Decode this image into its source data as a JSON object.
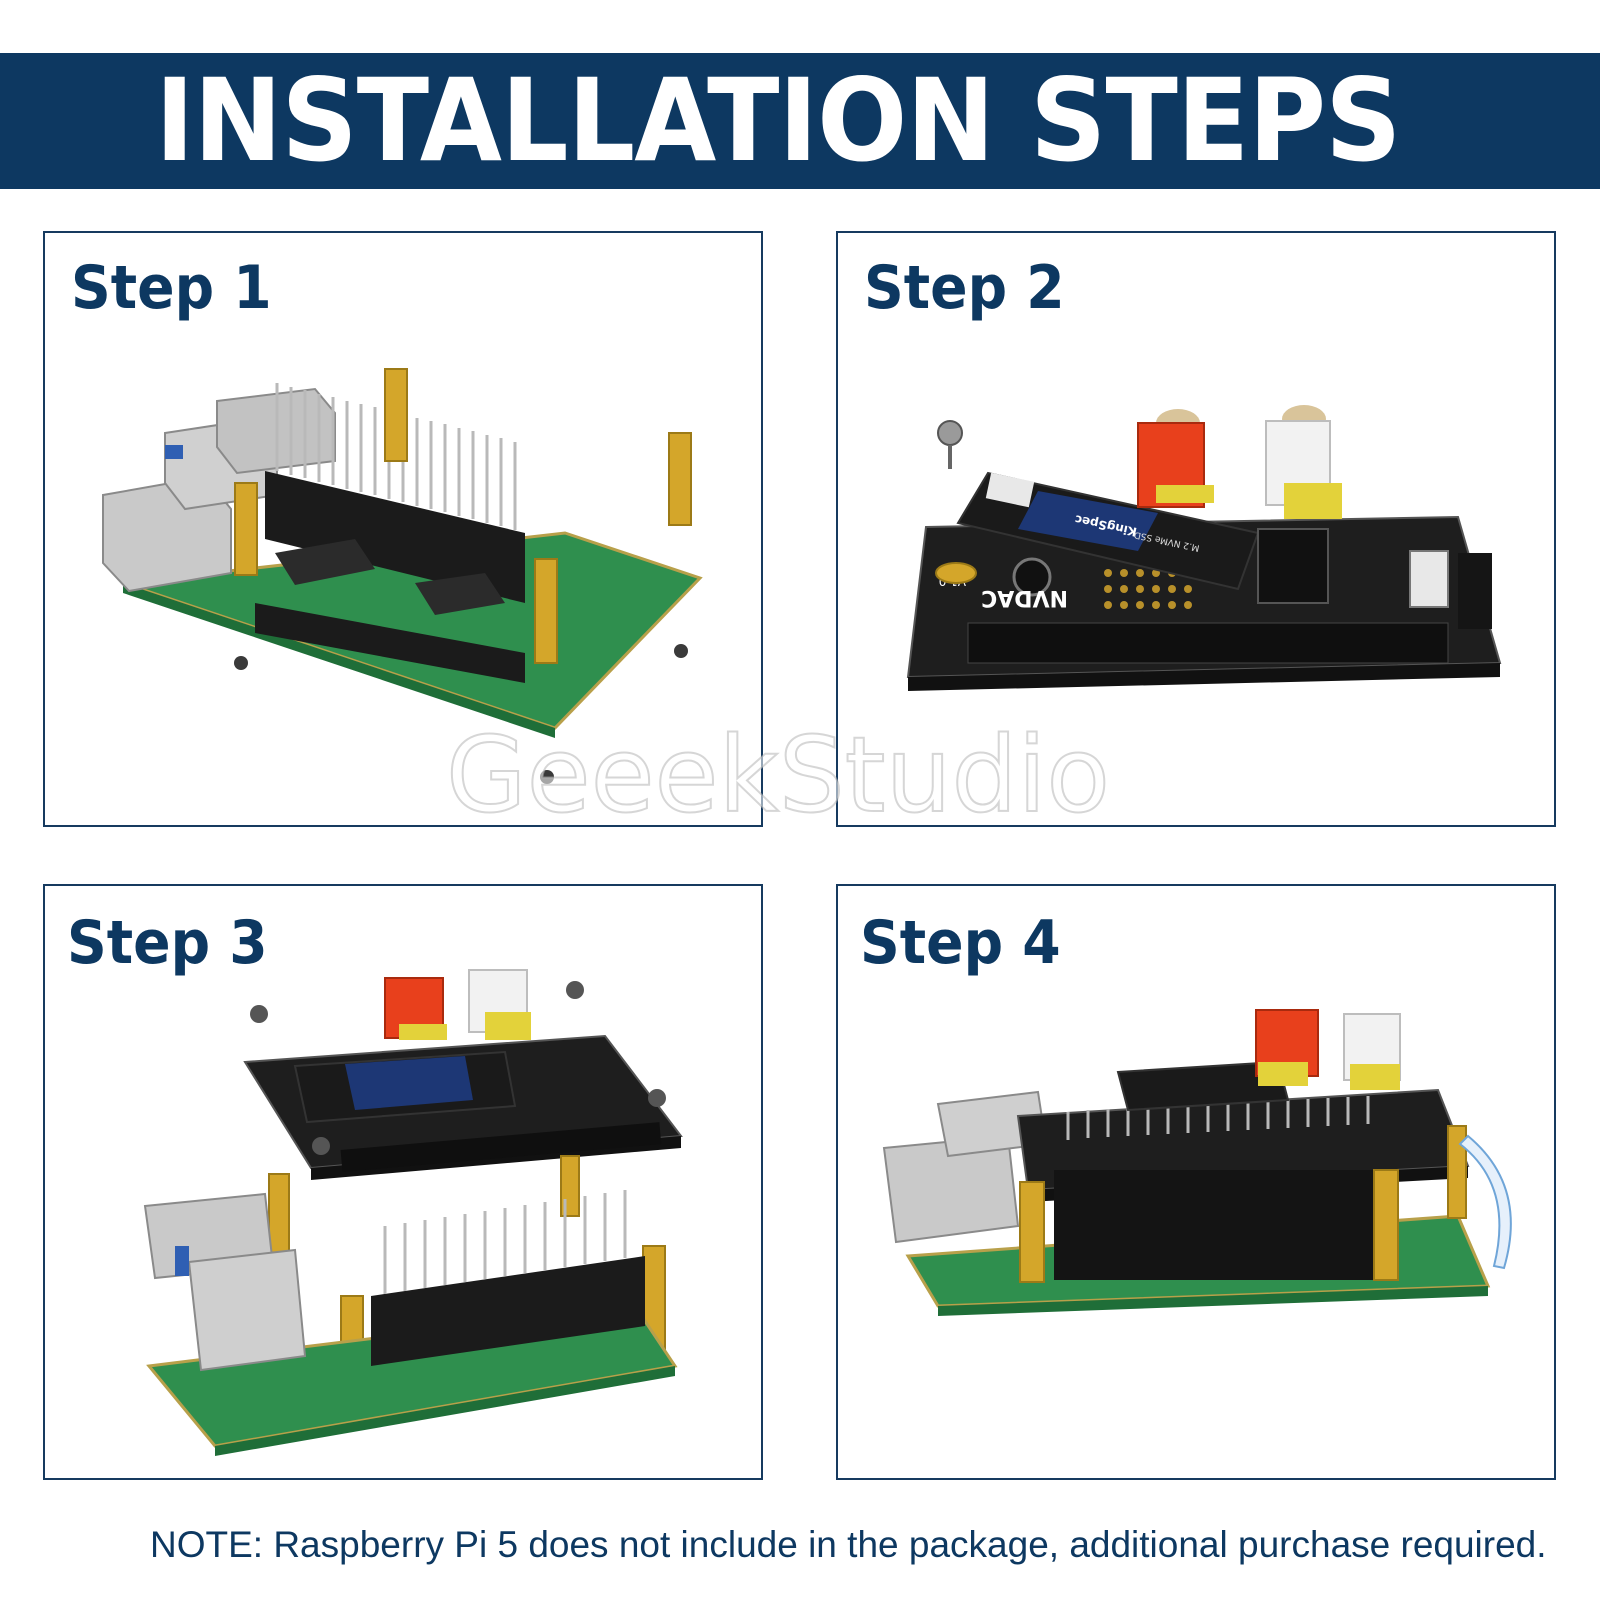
{
  "header": {
    "title": "INSTALLATION STEPS"
  },
  "steps": [
    {
      "label": "Step 1"
    },
    {
      "label": "Step 2",
      "board_print": "NVDAC",
      "version_print": "V1.0",
      "ssd_brand": "KingSpec",
      "ssd_text": "M.2 NVMe SSD"
    },
    {
      "label": "Step 3"
    },
    {
      "label": "Step 4"
    }
  ],
  "watermark": "GeeekStudio",
  "note": "NOTE: Raspberry Pi 5 does not include in the package, additional purchase required.",
  "colors": {
    "banner": "#0d3861",
    "text_primary": "#0d3861",
    "panel_border": "#163a5f",
    "pcb_green": "#2f8f4e",
    "pcb_black": "#1e1e1e",
    "brass": "#d4a62a",
    "rca_red": "#e8401c",
    "rca_white": "#f2f2f2"
  }
}
